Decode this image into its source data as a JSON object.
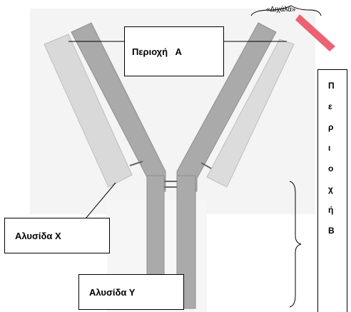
{
  "labels": {
    "region_a": "Περιοχή   Α",
    "chain_x": "Αλυσίδα Χ",
    "chain_y": "Αλυσίδα Υ",
    "fork": "«Διχάλα»",
    "region_b_letters": [
      "Π",
      "ε",
      "ρ",
      "ι",
      "ο",
      "χ",
      "ή",
      "Β"
    ]
  },
  "colors": {
    "heavy_chain": "#a8a8a8",
    "light_chain": "#d8d8d8",
    "background_panel": "#f3f3f3",
    "accent_red": "#e8485a",
    "line": "#000000"
  }
}
